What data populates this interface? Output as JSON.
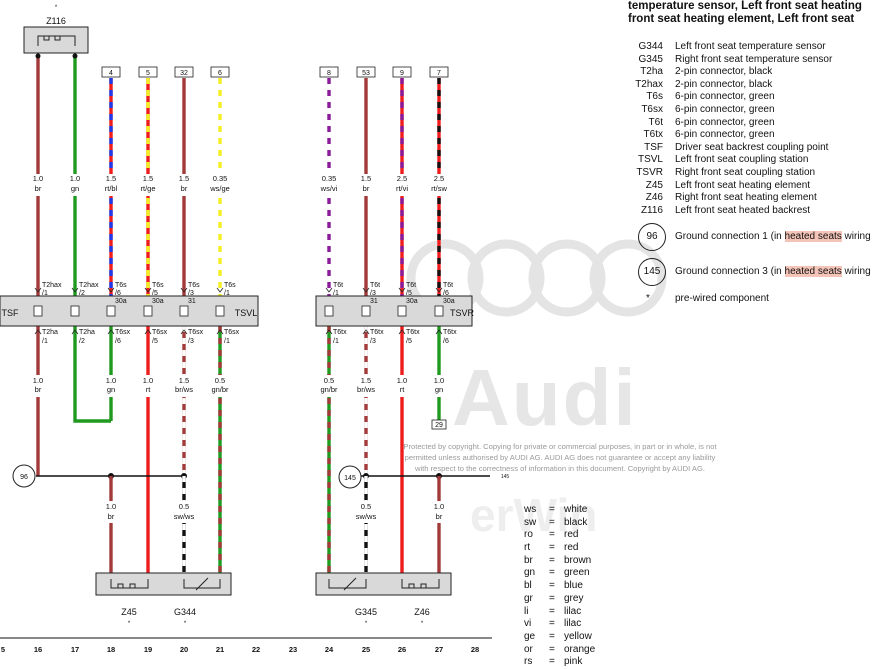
{
  "title_lines": [
    "temperature sensor, Left front seat heating",
    "front seat heating element, Left front seat"
  ],
  "legend": [
    {
      "code": "G344",
      "desc": "Left front seat temperature sensor"
    },
    {
      "code": "G345",
      "desc": "Right front seat temperature sensor"
    },
    {
      "code": "T2ha",
      "desc": "2-pin connector, black"
    },
    {
      "code": "T2hax",
      "desc": "2-pin connector, black"
    },
    {
      "code": "T6s",
      "desc": "6-pin connector, green"
    },
    {
      "code": "T6sx",
      "desc": "6-pin connector, green"
    },
    {
      "code": "T6t",
      "desc": "6-pin connector, green"
    },
    {
      "code": "T6tx",
      "desc": "6-pin connector, green"
    },
    {
      "code": "TSF",
      "desc": "Driver seat backrest coupling point"
    },
    {
      "code": "TSVL",
      "desc": "Left front seat coupling station"
    },
    {
      "code": "TSVR",
      "desc": "Right front seat coupling station"
    },
    {
      "code": "Z45",
      "desc": "Left front seat heating element"
    },
    {
      "code": "Z46",
      "desc": "Right front seat heating element"
    },
    {
      "code": "Z116",
      "desc": "Left front seat heated backrest"
    }
  ],
  "grounds": [
    {
      "num": "96",
      "pre": "Ground connection 1 (in ",
      "hl": "heated seats",
      "post": " wiring"
    },
    {
      "num": "145",
      "pre": "Ground connection 3 (in ",
      "hl": "heated seats",
      "post": " wiring"
    }
  ],
  "star_note": {
    "code": "*",
    "desc": "pre-wired component"
  },
  "colors": [
    {
      "ab": "ws",
      "eq": "=",
      "nm": "white"
    },
    {
      "ab": "sw",
      "eq": "=",
      "nm": "black"
    },
    {
      "ab": "ro",
      "eq": "=",
      "nm": "red"
    },
    {
      "ab": "rt",
      "eq": "=",
      "nm": "red"
    },
    {
      "ab": "br",
      "eq": "=",
      "nm": "brown"
    },
    {
      "ab": "gn",
      "eq": "=",
      "nm": "green"
    },
    {
      "ab": "bl",
      "eq": "=",
      "nm": "blue"
    },
    {
      "ab": "gr",
      "eq": "=",
      "nm": "grey"
    },
    {
      "ab": "li",
      "eq": "=",
      "nm": "lilac"
    },
    {
      "ab": "vi",
      "eq": "=",
      "nm": "lilac"
    },
    {
      "ab": "ge",
      "eq": "=",
      "nm": "yellow"
    },
    {
      "ab": "or",
      "eq": "=",
      "nm": "orange"
    },
    {
      "ab": "rs",
      "eq": "=",
      "nm": "pink"
    }
  ],
  "copyright_lines": [
    "Protected by copyright. Copying for private or commercial purposes, in part or in whole, is not",
    "permitted unless authorised by AUDI AG. AUDI AG does not guarantee or accept any liability",
    "with respect to the correctness of information in this document. Copyright by AUDI AG."
  ],
  "watermark": {
    "brand": "Audi",
    "partial": "erWin"
  },
  "diagram": {
    "colors": {
      "br": "#a33a3a",
      "gn": "#1f9a1f",
      "rt": "#ee1c1c",
      "bl": "#1c3ae8",
      "ge": "#f2ef22",
      "ws": "#ffffff",
      "vi": "#8a1a9a",
      "sw": "#111111",
      "box": "#d9d9d9"
    },
    "z116": {
      "label": "Z116",
      "star": "*"
    },
    "connectors": [
      {
        "name": "TSF"
      },
      {
        "name": "TSVL"
      },
      {
        "name": "TSVR"
      }
    ],
    "top_refs": [
      "4",
      "5",
      "32",
      "6",
      "8",
      "53",
      "9",
      "7"
    ],
    "ref29": "29",
    "ref145_small": "145",
    "wires_upper": [
      {
        "size": "1.0",
        "color": "br",
        "c": [
          "br"
        ]
      },
      {
        "size": "1.0",
        "color": "gn",
        "c": [
          "gn"
        ]
      },
      {
        "size": "1.5",
        "color": "rt/bl",
        "c": [
          "rt",
          "bl"
        ]
      },
      {
        "size": "1.5",
        "color": "rt/ge",
        "c": [
          "rt",
          "ge"
        ]
      },
      {
        "size": "1.5",
        "color": "br",
        "c": [
          "br"
        ]
      },
      {
        "size": "0.35",
        "color": "ws/ge",
        "c": [
          "ws",
          "ge"
        ]
      },
      {
        "size": "0.35",
        "color": "ws/vi",
        "c": [
          "ws",
          "vi"
        ]
      },
      {
        "size": "1.5",
        "color": "br",
        "c": [
          "br"
        ]
      },
      {
        "size": "2.5",
        "color": "rt/vi",
        "c": [
          "rt",
          "vi"
        ]
      },
      {
        "size": "2.5",
        "color": "rt/sw",
        "c": [
          "rt",
          "sw"
        ]
      }
    ],
    "pins_upper": [
      {
        "a": "T2hax",
        "b": "/1"
      },
      {
        "a": "T2hax",
        "b": "/2"
      },
      {
        "a": "T6s",
        "b": "/6",
        "c": "30a"
      },
      {
        "a": "T6s",
        "b": "/5",
        "c": "30a"
      },
      {
        "a": "T6s",
        "b": "/3",
        "c": "31"
      },
      {
        "a": "T6s",
        "b": "/1"
      },
      {
        "a": "T6t",
        "b": "/1"
      },
      {
        "a": "T6t",
        "b": "/3",
        "c": "31"
      },
      {
        "a": "T6t",
        "b": "/5",
        "c": "30a"
      },
      {
        "a": "T6t",
        "b": "/6",
        "c": "30a"
      }
    ],
    "pins_lower": [
      {
        "a": "T2ha",
        "b": "/1"
      },
      {
        "a": "T2ha",
        "b": "/2"
      },
      {
        "a": "T6sx",
        "b": "/6"
      },
      {
        "a": "T6sx",
        "b": "/5"
      },
      {
        "a": "T6sx",
        "b": "/3"
      },
      {
        "a": "T6sx",
        "b": "/1"
      },
      {
        "a": "T6tx",
        "b": "/1"
      },
      {
        "a": "T6tx",
        "b": "/3"
      },
      {
        "a": "T6tx",
        "b": "/5"
      },
      {
        "a": "T6tx",
        "b": "/6"
      }
    ],
    "wires_lower": [
      {
        "size": "1.0",
        "color": "br",
        "c": [
          "br"
        ]
      },
      null,
      {
        "size": "1.0",
        "color": "gn",
        "c": [
          "gn"
        ]
      },
      {
        "size": "1.0",
        "color": "rt",
        "c": [
          "rt"
        ]
      },
      {
        "size": "1.5",
        "color": "br/ws",
        "c": [
          "br",
          "ws"
        ]
      },
      {
        "size": "0.5",
        "color": "gn/br",
        "c": [
          "gn",
          "br"
        ]
      },
      {
        "size": "0.5",
        "color": "gn/br",
        "c": [
          "gn",
          "br"
        ]
      },
      {
        "size": "1.5",
        "color": "br/ws",
        "c": [
          "br",
          "ws"
        ]
      },
      {
        "size": "1.0",
        "color": "rt",
        "c": [
          "rt"
        ]
      },
      {
        "size": "1.0",
        "color": "gn",
        "c": [
          "gn"
        ]
      }
    ],
    "grounds": [
      "96",
      "145"
    ],
    "wires_ground": [
      {
        "size": "1.0",
        "color": "br",
        "c": [
          "br"
        ]
      },
      {
        "size": "0.5",
        "color": "sw/ws",
        "c": [
          "sw",
          "ws"
        ]
      },
      {
        "size": "0.5",
        "color": "sw/ws",
        "c": [
          "sw",
          "ws"
        ]
      },
      {
        "size": "1.0",
        "color": "br",
        "c": [
          "br"
        ]
      }
    ],
    "components": [
      {
        "label": "Z45",
        "star": "*"
      },
      {
        "label": "G344",
        "star": "*"
      },
      {
        "label": "G345",
        "star": "*"
      },
      {
        "label": "Z46",
        "star": "*"
      }
    ],
    "axis_numbers": [
      "5",
      "16",
      "17",
      "18",
      "19",
      "20",
      "21",
      "22",
      "23",
      "24",
      "25",
      "26",
      "27",
      "28"
    ]
  }
}
